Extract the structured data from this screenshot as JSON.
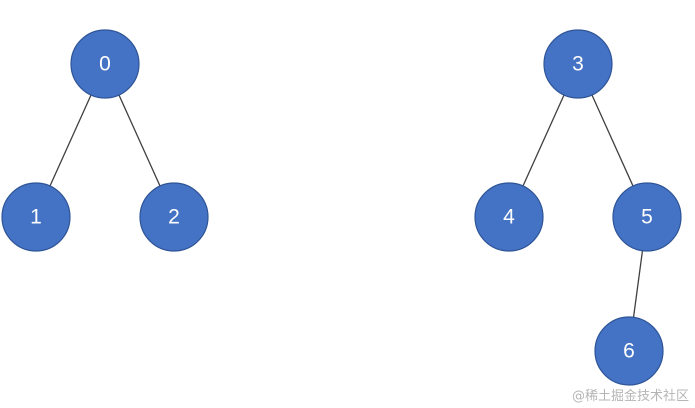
{
  "diagram": {
    "node_fill": "#4472c4",
    "label_color": "#ffffff",
    "edge_color": "#404040",
    "nodes": [
      {
        "id": "n0",
        "label": "0"
      },
      {
        "id": "n1",
        "label": "1"
      },
      {
        "id": "n2",
        "label": "2"
      },
      {
        "id": "n3",
        "label": "3"
      },
      {
        "id": "n4",
        "label": "4"
      },
      {
        "id": "n5",
        "label": "5"
      },
      {
        "id": "n6",
        "label": "6"
      }
    ],
    "edges": [
      {
        "from": "n0",
        "to": "n1"
      },
      {
        "from": "n0",
        "to": "n2"
      },
      {
        "from": "n3",
        "to": "n4"
      },
      {
        "from": "n3",
        "to": "n5"
      },
      {
        "from": "n5",
        "to": "n6"
      }
    ]
  },
  "watermark": {
    "text": "@稀土掘金技术社区"
  }
}
